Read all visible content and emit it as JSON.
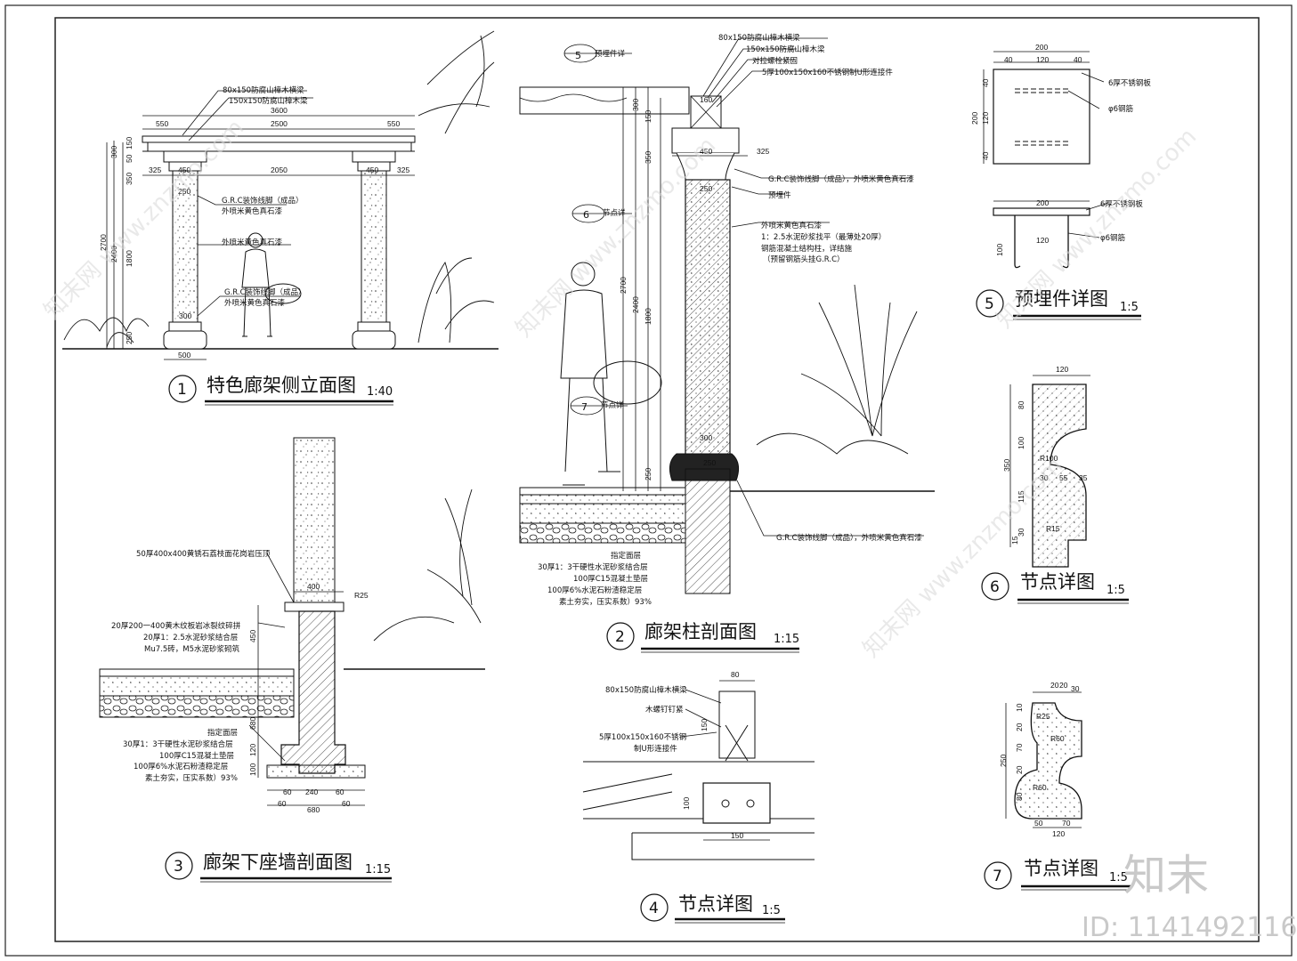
{
  "watermark": {
    "brand": "知末",
    "id_text": "ID: 1141492116",
    "site_text": "知末网 www.znzmo.com"
  },
  "titles": [
    {
      "num": "1",
      "text": "特色廊架侧立面图",
      "scale": "1:40"
    },
    {
      "num": "2",
      "text": "廊架柱剖面图",
      "scale": "1:15"
    },
    {
      "num": "3",
      "text": "廊架下座墙剖面图",
      "scale": "1:15"
    },
    {
      "num": "4",
      "text": "节点详图",
      "scale": "1:5"
    },
    {
      "num": "5",
      "text": "预埋件详图",
      "scale": "1:5"
    },
    {
      "num": "6",
      "text": "节点详图",
      "scale": "1:5"
    },
    {
      "num": "7",
      "text": "节点详图",
      "scale": "1:5"
    }
  ],
  "d1": {
    "notes": [
      "80x150防腐山樟木横梁",
      "150x150防腐山樟木梁",
      "G.R.C装饰线脚（成品）",
      "外喷米黄色真石漆",
      "外喷米黄色真石漆",
      "G.R.C装饰线脚（成品）",
      "外喷米黄色真石漆"
    ],
    "dims": [
      "3600",
      "550",
      "2500",
      "550",
      "325",
      "450",
      "2050",
      "450",
      "325",
      "250",
      "300",
      "500",
      "300",
      "50",
      "150",
      "350",
      "2700",
      "2400",
      "1800",
      "250"
    ]
  },
  "d2": {
    "notes": [
      "80x150防腐山樟木横梁",
      "150x150防腐山樟木梁",
      "对拉螺栓紧固",
      "5厚100x150x160不锈钢制U形连接件",
      "G.R.C装饰线脚（成品），外喷米黄色真石漆",
      "预埋件",
      "外喷米黄色真石漆",
      "1：2.5水泥砂浆找平（最薄处20厚）",
      "钢筋混凝土结构柱，详结施",
      "（预留钢筋头挂G.R.C）",
      "G.R.C装饰线脚（成品），外喷米黄色真石漆",
      "指定面层",
      "30厚1：3干硬性水泥砂浆结合层",
      "100厚C15混凝土垫层",
      "100厚6%水泥石粉渣稳定层",
      "素土夯实，压实系数）93%"
    ],
    "refs": [
      {
        "num": "5",
        "text": "预埋件详"
      },
      {
        "num": "6",
        "text": "节点详"
      },
      {
        "num": "7",
        "text": "节点详"
      }
    ],
    "dims": [
      "160",
      "325",
      "450",
      "250",
      "300",
      "250",
      "300",
      "150",
      "350",
      "2700",
      "2400",
      "1800",
      "250"
    ]
  },
  "d3": {
    "notes": [
      "50厚400x400黄锈石荔枝面花岗岩压顶",
      "20厚200一400黄木纹板岩冰裂纹碎拼",
      "20厚1：2.5水泥砂浆结合层",
      "Mu7.5砖，M5水泥砂浆砌筑",
      "指定面层",
      "30厚1：3干硬性水泥砂浆结合层",
      "100厚C15混凝土垫层",
      "100厚6%水泥石粉渣稳定层",
      "素土夯实，压实系数）93%"
    ],
    "dims": [
      "400",
      "R25",
      "450",
      "680",
      "120",
      "100",
      "60",
      "240",
      "60",
      "680",
      "60",
      "60"
    ]
  },
  "d4": {
    "notes": [
      "80x150防腐山樟木横梁",
      "木螺钉钉紧",
      "5厚100x150x160不锈钢",
      "制U形连接件"
    ],
    "dims": [
      "80",
      "150",
      "100",
      "150"
    ]
  },
  "d5": {
    "notes": [
      "6厚不锈钢板",
      "φ6钢筋",
      "6厚不锈钢板",
      "φ6钢筋"
    ],
    "dims": [
      "200",
      "40",
      "120",
      "40",
      "40",
      "120",
      "40",
      "200",
      "200",
      "100",
      "120"
    ]
  },
  "d6": {
    "dims": [
      "120",
      "80",
      "100",
      "350",
      "R100",
      "30",
      "55",
      "35",
      "115",
      "R15",
      "30",
      "15"
    ]
  },
  "d7": {
    "dims": [
      "20",
      "20",
      "30",
      "10",
      "R25",
      "20",
      "70",
      "R60",
      "250",
      "20",
      "R60",
      "80",
      "50",
      "70",
      "120"
    ]
  }
}
